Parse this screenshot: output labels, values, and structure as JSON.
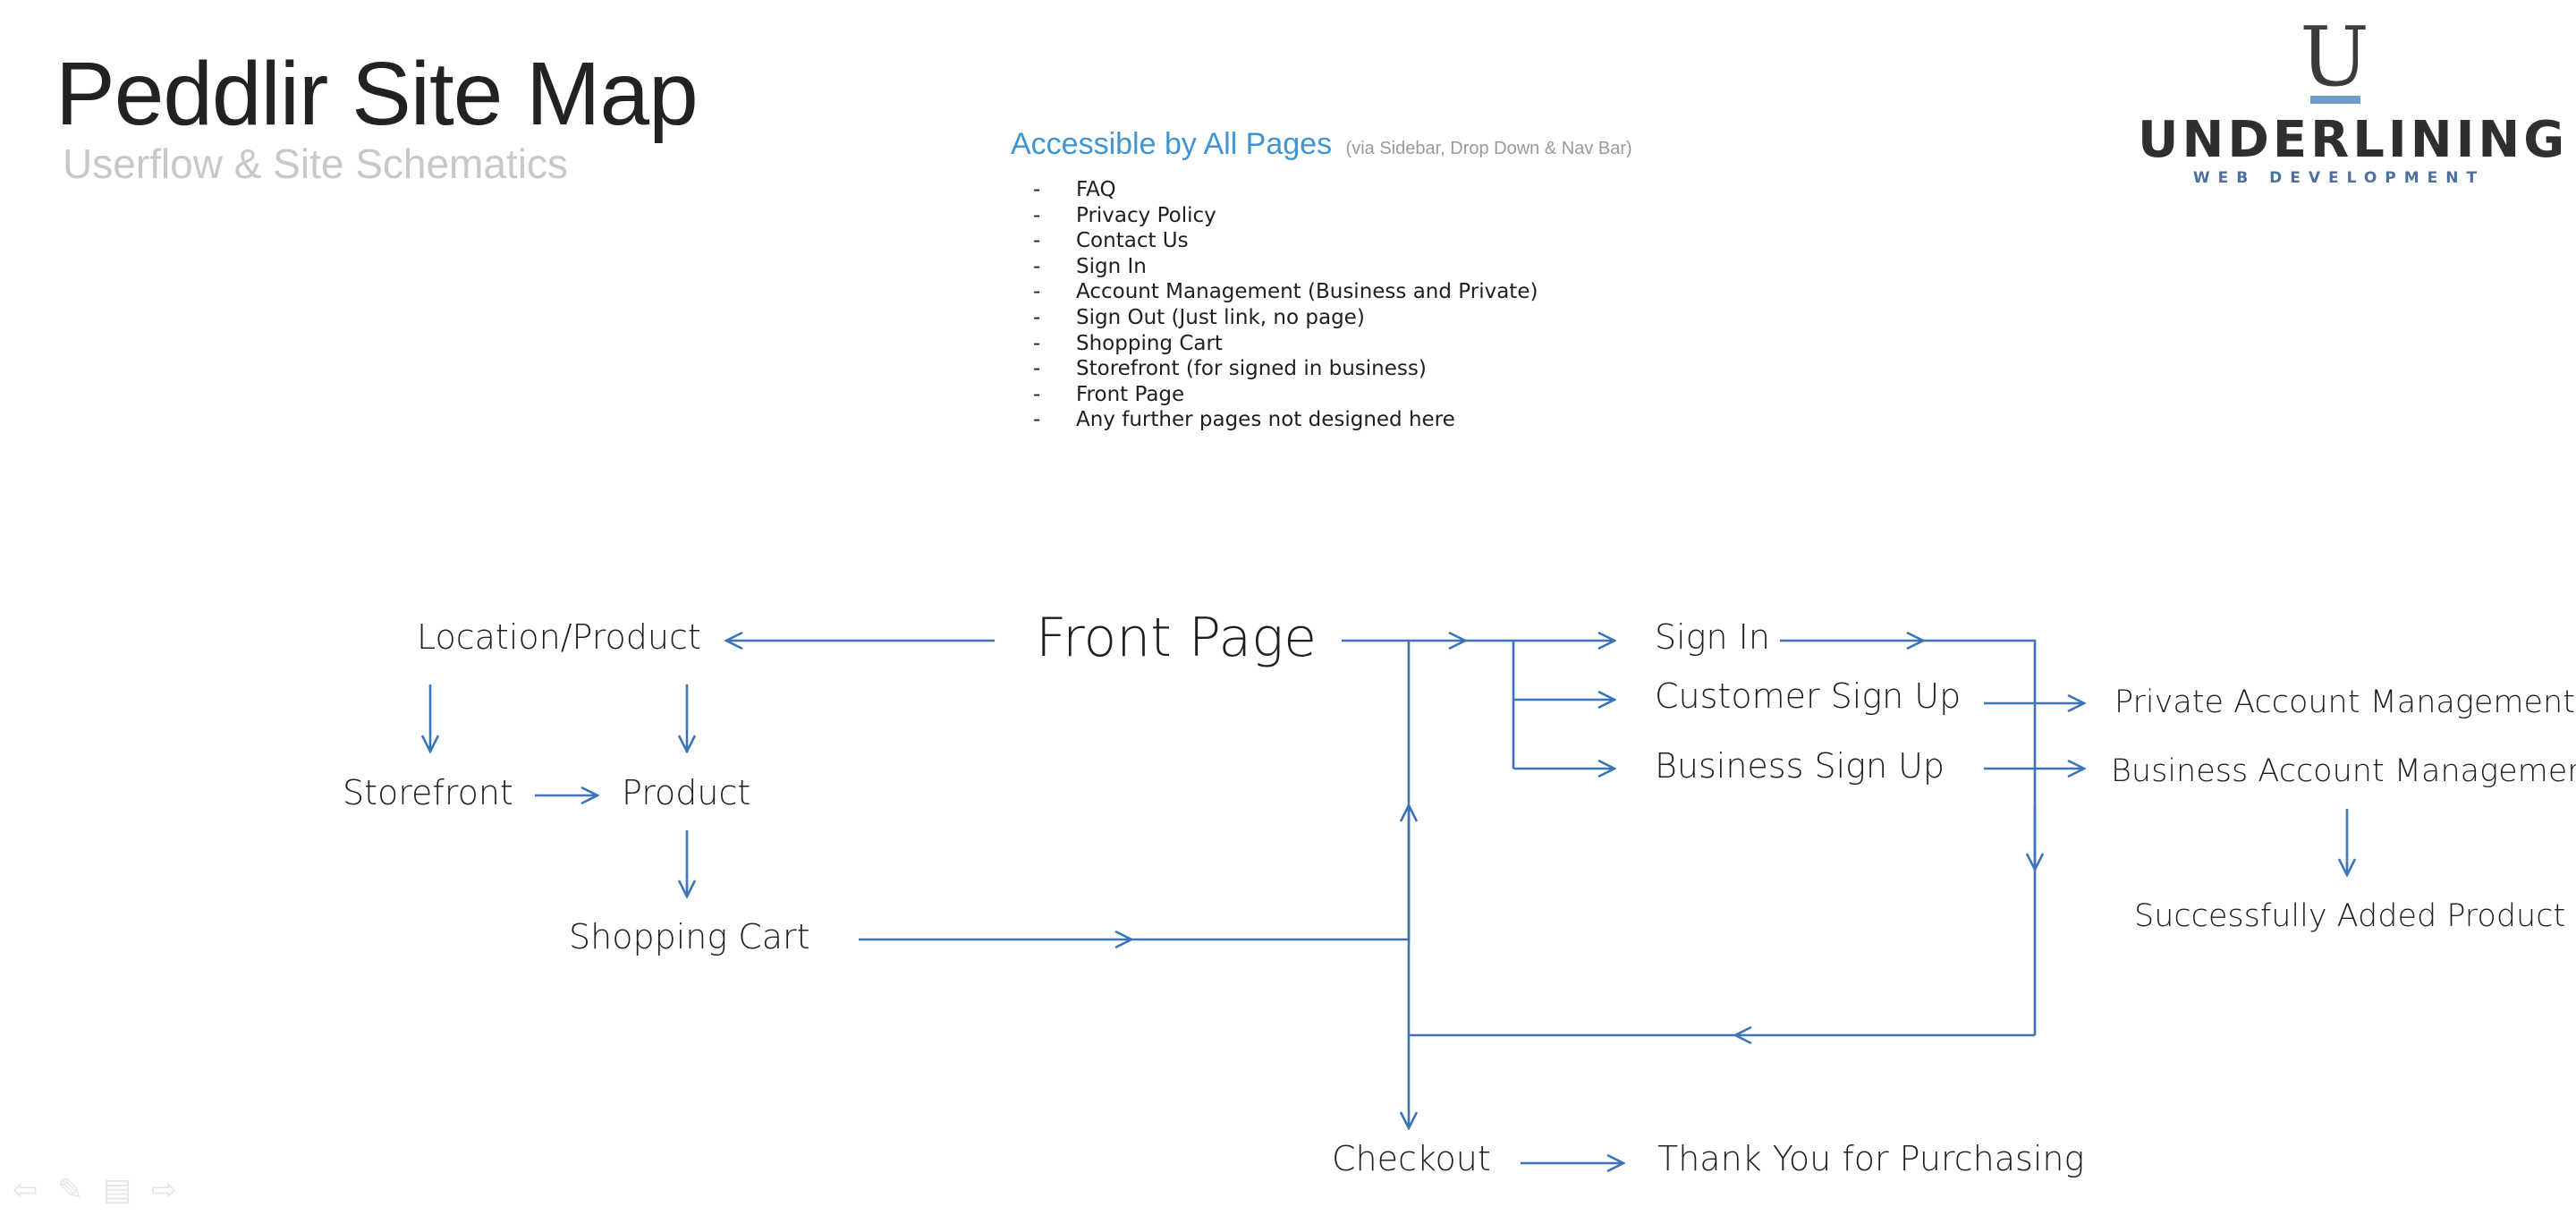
{
  "header": {
    "title": "Peddlir Site Map",
    "subtitle": "Userflow & Site Schematics"
  },
  "accessible": {
    "heading": "Accessible by All Pages",
    "note": "(via Sidebar, Drop Down & Nav Bar)",
    "items": [
      "FAQ",
      "Privacy Policy",
      "Contact Us",
      "Sign In",
      "Account Management (Business and Private)",
      "Sign Out (Just link, no page)",
      "Shopping Cart",
      "Storefront (for signed in business)",
      "Front Page",
      "Any further pages not designed here"
    ]
  },
  "logo": {
    "mark": "U",
    "name": "UNDERLINING",
    "tagline": "WEB DEVELOPMENT"
  },
  "diagram": {
    "line_color": "#3c74bb",
    "nodes": {
      "location_product": "Location/Product",
      "front_page": "Front Page",
      "sign_in": "Sign In",
      "customer_sign_up": "Customer Sign Up",
      "business_sign_up": "Business Sign Up",
      "private_account_mgmt": "Private Account Management",
      "business_account_mgmt": "Business Account Management",
      "storefront": "Storefront",
      "product": "Product",
      "shopping_cart": "Shopping Cart",
      "successfully_added": "Successfully Added Product",
      "checkout": "Checkout",
      "thank_you": "Thank You for Purchasing"
    }
  },
  "nav": {
    "icons": [
      "back-arrow-icon",
      "pen-icon",
      "menu-icon",
      "forward-arrow-icon"
    ]
  }
}
